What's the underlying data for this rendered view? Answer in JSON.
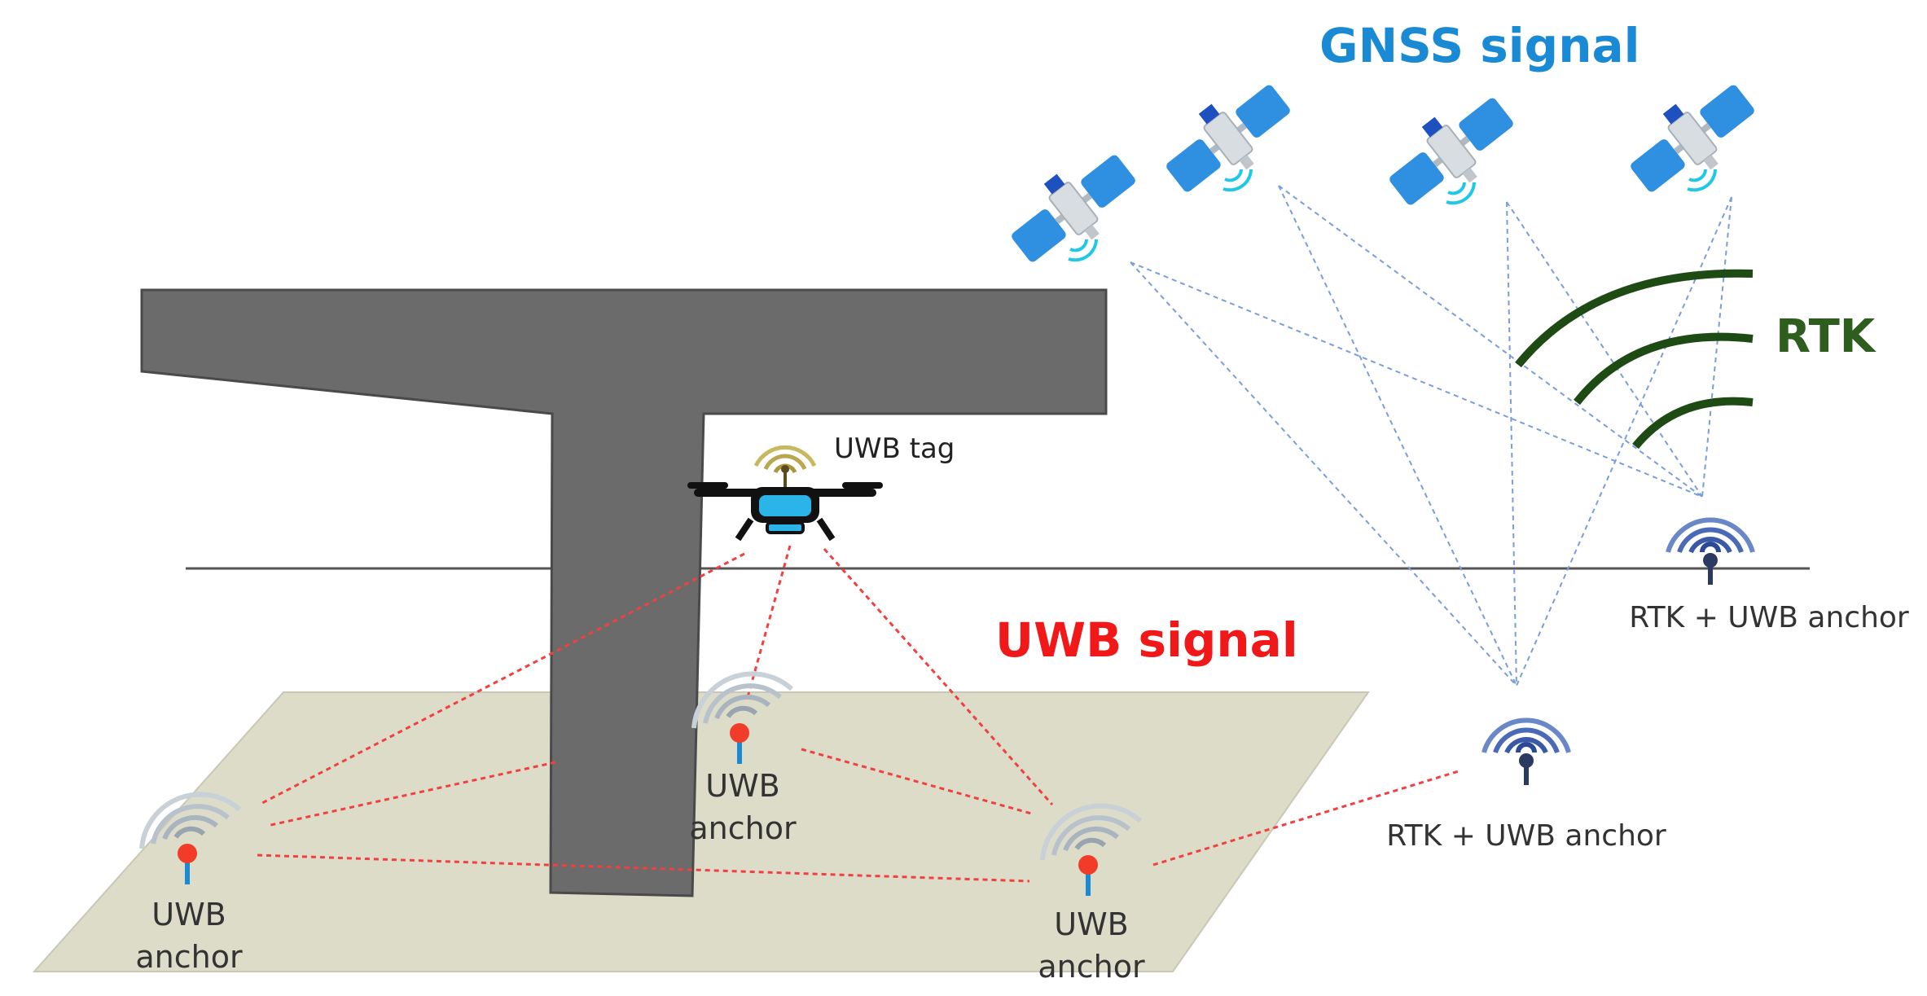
{
  "labels": {
    "gnss_signal": "GNSS signal",
    "rtk": "RTK",
    "uwb_signal": "UWB signal",
    "uwb_tag": "UWB tag",
    "uwb_anchor_line1": "UWB",
    "uwb_anchor_line2": "anchor",
    "rtk_uwb_anchor": "RTK + UWB anchor"
  },
  "colors": {
    "gnss_text": "#1a8ad4",
    "rtk_text": "#2e5e1e",
    "rtk_arcs": "#1e4a14",
    "uwb_signal_text": "#f01818",
    "uwb_lines": "#f04040",
    "gnss_lines": "#7a9ed8",
    "pier": "#6b6b6b",
    "ground_plane": "#dcdcc8",
    "anchor_red": "#f03c28",
    "rtk_anchor_blue": "#3a5aa8",
    "drone_body": "#2ab4e8"
  },
  "icons": {
    "satellite": "satellite-icon",
    "drone": "drone-icon",
    "uwb_anchor": "uwb-anchor-icon",
    "rtk_anchor": "rtk-anchor-icon"
  }
}
